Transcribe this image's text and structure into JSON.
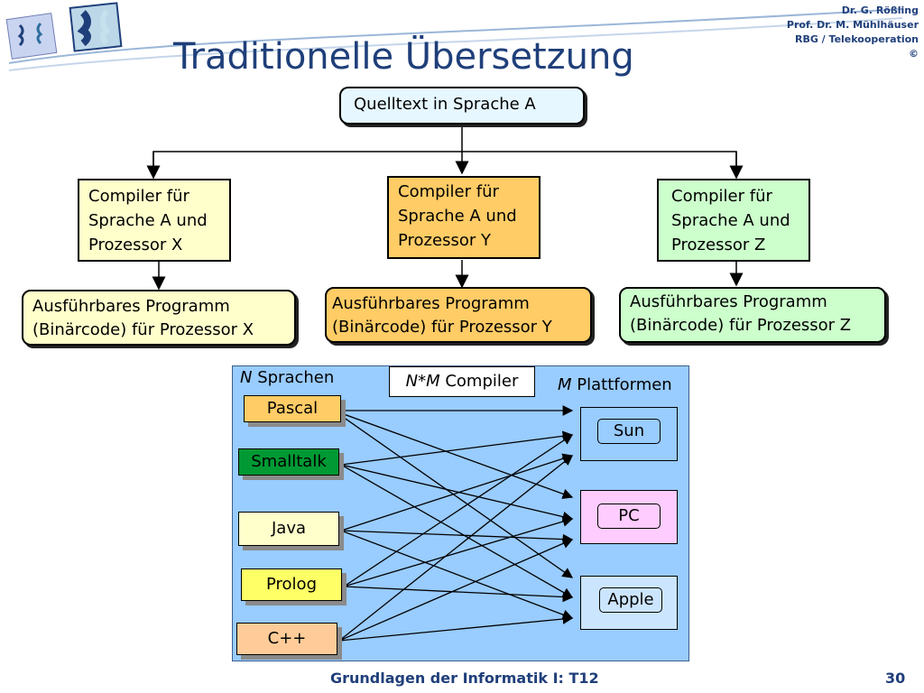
{
  "slide": {
    "title": "Traditionelle Übersetzung",
    "authors": [
      "Dr. G. Rößling",
      "Prof. Dr. M. Mühlhäuser",
      "RBG / Telekooperation",
      "©"
    ],
    "footer": "Grundlagen der Informatik I: T12",
    "page_number": "30"
  },
  "tree": {
    "source": "Quelltext in Sprache A",
    "compilers": [
      {
        "lines": [
          "Compiler für",
          "Sprache A und",
          "Prozessor X"
        ],
        "color": "#ffffcc"
      },
      {
        "lines": [
          "Compiler für",
          "Sprache A und",
          "Prozessor Y"
        ],
        "color": "#ffcc66"
      },
      {
        "lines": [
          "Compiler für",
          "Sprache A und",
          "Prozessor Z"
        ],
        "color": "#ccffcc"
      }
    ],
    "programs": [
      {
        "lines": [
          "Ausführbares Programm",
          "(Binärcode) für Prozessor X"
        ],
        "color": "#ffffcc"
      },
      {
        "lines": [
          "Ausführbares Programm",
          "(Binärcode) für Prozessor Y"
        ],
        "color": "#ffcc66"
      },
      {
        "lines": [
          "Ausführbares Programm",
          "(Binärcode) für Prozessor Z"
        ],
        "color": "#ccffcc"
      }
    ]
  },
  "matrix": {
    "languages_label": {
      "var": "N",
      "text": " Sprachen"
    },
    "compilers_label": {
      "var": "N*M",
      "text": " Compiler"
    },
    "platforms_label": {
      "var": "M",
      "text": " Plattformen"
    },
    "languages": [
      {
        "name": "Pascal",
        "color": "#ffcc66"
      },
      {
        "name": "Smalltalk",
        "color": "#009933"
      },
      {
        "name": "Java",
        "color": "#ffffcc"
      },
      {
        "name": "Prolog",
        "color": "#ffff66"
      },
      {
        "name": "C++",
        "color": "#ffcc99"
      }
    ],
    "platforms": [
      {
        "name": "Sun",
        "color": "#99ccff"
      },
      {
        "name": "PC",
        "color": "#ffccff"
      },
      {
        "name": "Apple",
        "color": "#cce5ff"
      }
    ]
  }
}
